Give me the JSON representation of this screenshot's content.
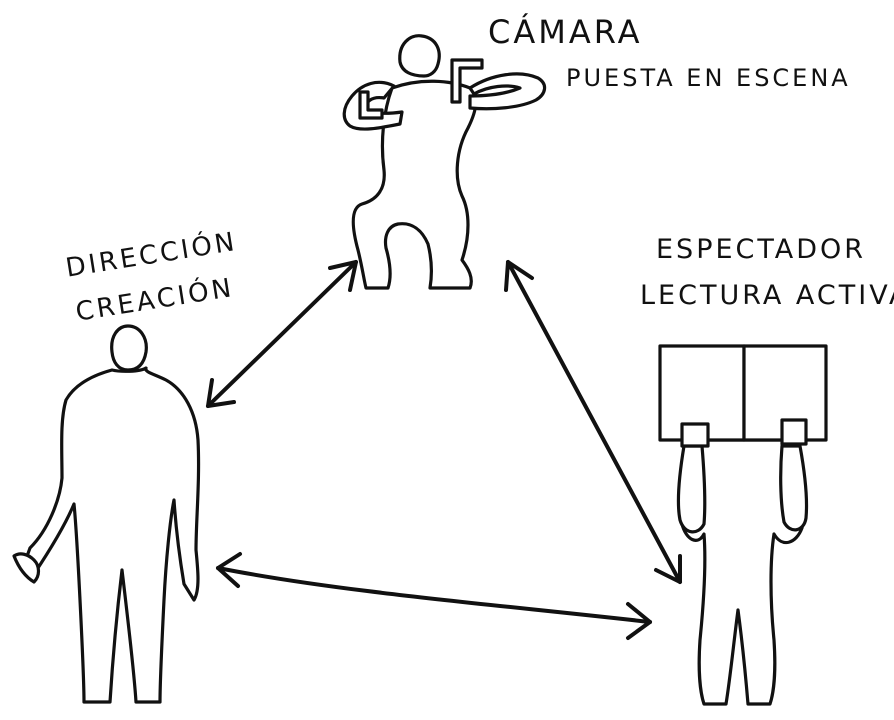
{
  "nodes": {
    "camera": {
      "title": "CÁMARA",
      "subtitle": "PUESTA EN ESCENA"
    },
    "direction": {
      "title": "DIRECCIÓN",
      "subtitle": "CREACIÓN"
    },
    "spectator": {
      "title": "ESPECTADOR",
      "subtitle": "LECTURA ACTIVA"
    }
  },
  "edges": [
    {
      "from": "direction",
      "to": "camera",
      "type": "bidirectional"
    },
    {
      "from": "camera",
      "to": "spectator",
      "type": "bidirectional"
    },
    {
      "from": "direction",
      "to": "spectator",
      "type": "bidirectional"
    }
  ],
  "style": {
    "ink": "#111111",
    "paper": "#ffffff"
  }
}
